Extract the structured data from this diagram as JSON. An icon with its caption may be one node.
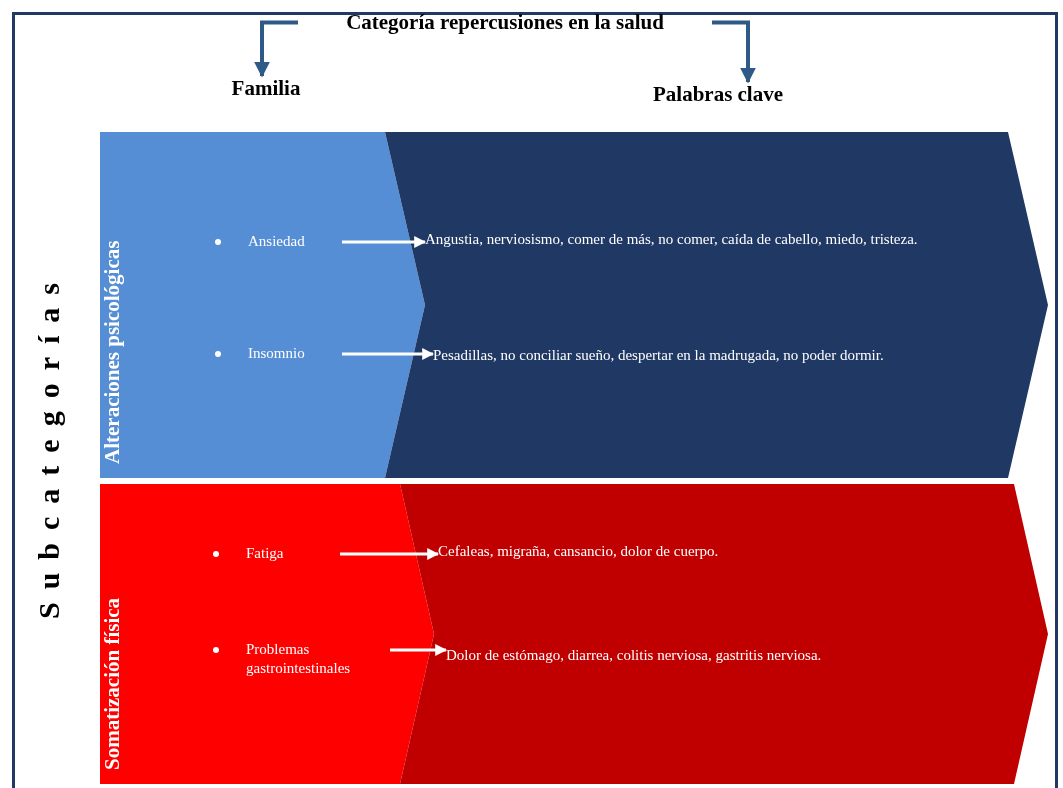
{
  "diagram": {
    "nodes": [
      {
        "text": [
          "Categoría repercusiones en la salud"
        ]
      },
      {
        "text": [
          "Familia"
        ]
      },
      {
        "text": [
          "Palabras clave"
        ]
      },
      {
        "text": [
          "Alteraciones psicológicas"
        ]
      },
      {
        "text": [
          "Ansiedad"
        ]
      },
      {
        "text": [
          "Angustia, nerviosismo, comer de más, no comer, caída de cabello, miedo, tristeza."
        ]
      },
      {
        "text": [
          "Insomnio"
        ]
      },
      {
        "text": [
          "Pesadillas, no conciliar sueño, despertar en la madrugada, no poder dormir."
        ]
      },
      {
        "text": [
          "Somatización física"
        ]
      },
      {
        "text": [
          "Fatiga"
        ]
      },
      {
        "text": [
          "Cefaleas, migraña, cansancio, dolor de cuerpo."
        ]
      },
      {
        "text": [
          "Problemas gastrointestinales"
        ]
      },
      {
        "text": [
          "Dolor de estómago, diarrea, colitis nerviosa, gastritis nerviosa."
        ]
      }
    ],
    "edges": [
      {
        "from": 0,
        "to": 1,
        "arrow": "to",
        "color": "#2e5a87"
      },
      {
        "from": 0,
        "to": 2,
        "arrow": "to",
        "color": "#2e5a87"
      },
      {
        "from": 4,
        "to": 5,
        "arrow": "to"
      },
      {
        "from": 6,
        "to": 7,
        "arrow": "to"
      },
      {
        "from": 9,
        "to": 10,
        "arrow": "to"
      },
      {
        "from": 11,
        "to": 12,
        "arrow": "to"
      }
    ],
    "labels": [
      "Subcategorías"
    ]
  }
}
